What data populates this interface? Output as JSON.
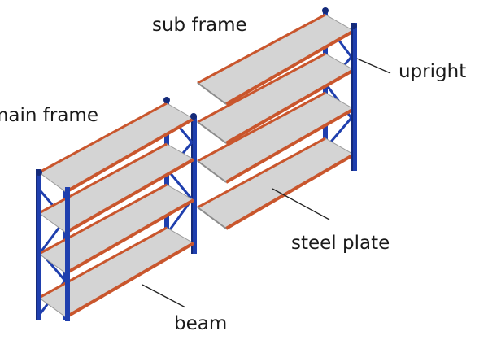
{
  "labels": {
    "sub_frame": "sub frame",
    "main_frame": "main frame",
    "upright": "upright",
    "steel_plate": "steel plate",
    "beam": "beam"
  },
  "colors": {
    "upright": "#1f3fae",
    "upright_dark": "#142a7a",
    "beam": "#c9562d",
    "plate": "#d4d4d4",
    "plate_edge": "#9a9a9a",
    "leader": "#222222"
  }
}
